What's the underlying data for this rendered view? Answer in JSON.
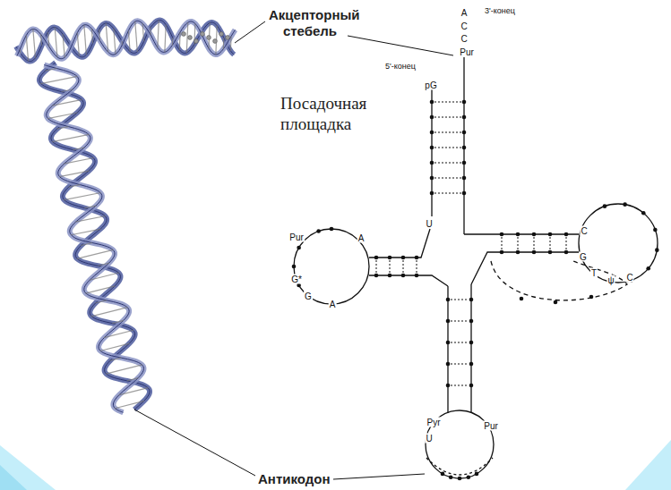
{
  "diagram": {
    "labels": [
      "Акцепторный стебель",
      "3'-конец",
      "A",
      "C",
      "C",
      "Pur",
      "5'-конец",
      "pG",
      "Посадочная площадка",
      "Pur",
      "A",
      "U",
      "C",
      "G*",
      "G",
      "A",
      "G",
      "T",
      "ψ",
      "C",
      "Pyr",
      "U",
      "Pur",
      "Антикодон"
    ]
  }
}
